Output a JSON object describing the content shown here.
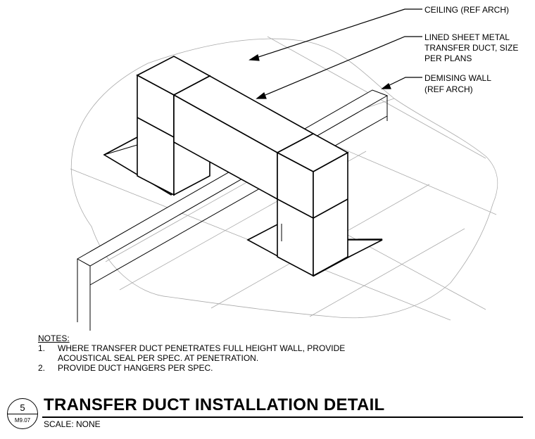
{
  "callouts": {
    "ceiling": [
      "CEILING (REF ARCH)"
    ],
    "duct": [
      "LINED SHEET METAL",
      "TRANSFER DUCT, SIZE",
      "PER PLANS"
    ],
    "wall": [
      "DEMISING WALL",
      "(REF ARCH)"
    ]
  },
  "notes": {
    "heading": "NOTES:",
    "items": [
      {
        "num": "1.",
        "lines": [
          "WHERE TRANSFER DUCT PENETRATES FULL HEIGHT WALL, PROVIDE",
          "ACOUSTICAL SEAL PER SPEC. AT PENETRATION."
        ]
      },
      {
        "num": "2.",
        "lines": [
          "PROVIDE DUCT HANGERS PER SPEC."
        ]
      }
    ]
  },
  "title_block": {
    "detail_number": "5",
    "sheet_ref": "M9.07",
    "title": "TRANSFER DUCT INSTALLATION DETAIL",
    "scale": "SCALE: NONE"
  }
}
